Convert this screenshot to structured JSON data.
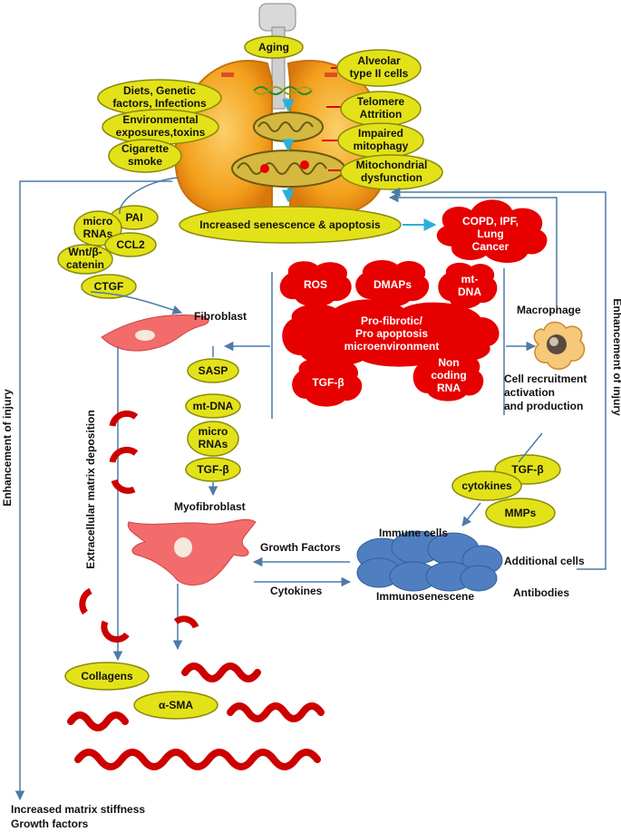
{
  "colors": {
    "yellow_fill": "#e3e219",
    "yellow_stroke": "#8a8a0a",
    "red": "#e60000",
    "lung_orange": "#f3a01c",
    "cell_pink": "#f26c6c",
    "immune_blue": "#4f7fc0",
    "arrow_blue": "#4d7aa8",
    "arrow_cyan": "#2ab0d8"
  },
  "lung": {
    "aging": "Aging",
    "alveolar": [
      "Alveolar",
      "type II cells"
    ],
    "diets": [
      "Diets, Genetic",
      "factors, Infections"
    ],
    "telomere": [
      "Telomere",
      "Attrition"
    ],
    "environmental": [
      "Environmental",
      "exposures,toxins"
    ],
    "mitophagy": [
      "Impaired",
      "mitophagy"
    ],
    "cigarette": [
      "Cigarette",
      "smoke"
    ],
    "mito_dysfunction": [
      "Mitochondrial",
      "dysfunction"
    ],
    "senescence": "Increased senescence & apoptosis"
  },
  "disease": [
    "COPD, IPF,",
    "Lung",
    "Cancer"
  ],
  "signals": {
    "pai": "PAI",
    "micro_rnas": [
      "micro",
      "RNAs"
    ],
    "ccl2": "CCL2",
    "wnt": [
      "Wnt/β-",
      "catenin"
    ],
    "ctgf": "CTGF"
  },
  "fibroblast": "Fibroblast",
  "myo_factors": [
    "SASP",
    "mt-DNA",
    [
      "micro",
      "RNAs"
    ],
    "TGF-β"
  ],
  "myofibroblast": "Myofibroblast",
  "micro": {
    "ros": "ROS",
    "dmaps": "DMAPs",
    "mtdna": [
      "mt-",
      "DNA"
    ],
    "env": [
      "Pro-fibrotic/",
      "Pro apoptosis",
      "microenvironment"
    ],
    "tgfb": "TGF-β",
    "ncrna": [
      "Non",
      "coding",
      "RNA"
    ]
  },
  "macrophage": "Macrophage",
  "cell_recruit": [
    "Cell recruitment",
    "activation",
    "and production"
  ],
  "immune_factors": {
    "tgfb": "TGF-β",
    "cytokines": "cytokines",
    "mmps": "MMPs"
  },
  "immune": {
    "cells": "Immune  cells",
    "senescence": "Immunosenescene",
    "growth_factors": "Growth Factors",
    "cytokines": "Cytokines",
    "additional": "Additional cells",
    "antibodies": "Antibodies"
  },
  "side_labels": {
    "left": "Enhancement of injury",
    "right": "Enhancement of injury",
    "ecm": "Extracellular matrix deposition"
  },
  "matrix": {
    "collagens": "Collagens",
    "asma": "α-SMA"
  },
  "footer": [
    "Increased matrix stiffness",
    "Growth factors"
  ]
}
